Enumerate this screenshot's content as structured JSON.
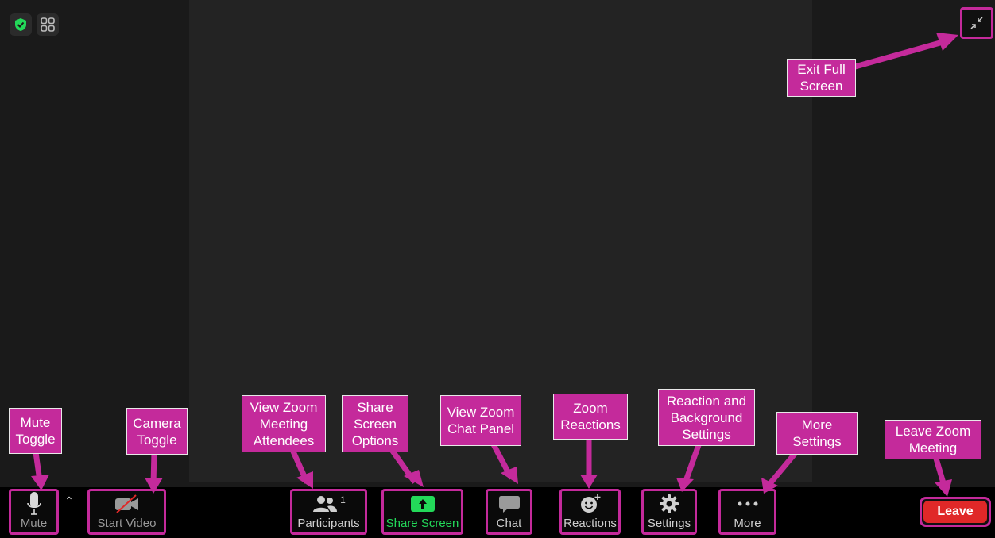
{
  "toolbar": {
    "mute_label": "Mute",
    "video_label": "Start Video",
    "participants_label": "Participants",
    "participants_count": "1",
    "share_label": "Share Screen",
    "chat_label": "Chat",
    "reactions_label": "Reactions",
    "settings_label": "Settings",
    "more_label": "More",
    "leave_label": "Leave"
  },
  "callouts": {
    "exit_full": "Exit Full Screen",
    "mute": "Mute Toggle",
    "camera": "Camera Toggle",
    "participants": "View Zoom Meeting Attendees",
    "share": "Share Screen Options",
    "chat": "View Zoom Chat Panel",
    "reactions": "Zoom Reactions",
    "settings": "Reaction and Background Settings",
    "more": "More Settings",
    "leave": "Leave Zoom Meeting"
  },
  "colors": {
    "annotation": "#c42a9b",
    "share_green": "#23d959",
    "leave_red": "#e02828",
    "security_green": "#23d959"
  }
}
